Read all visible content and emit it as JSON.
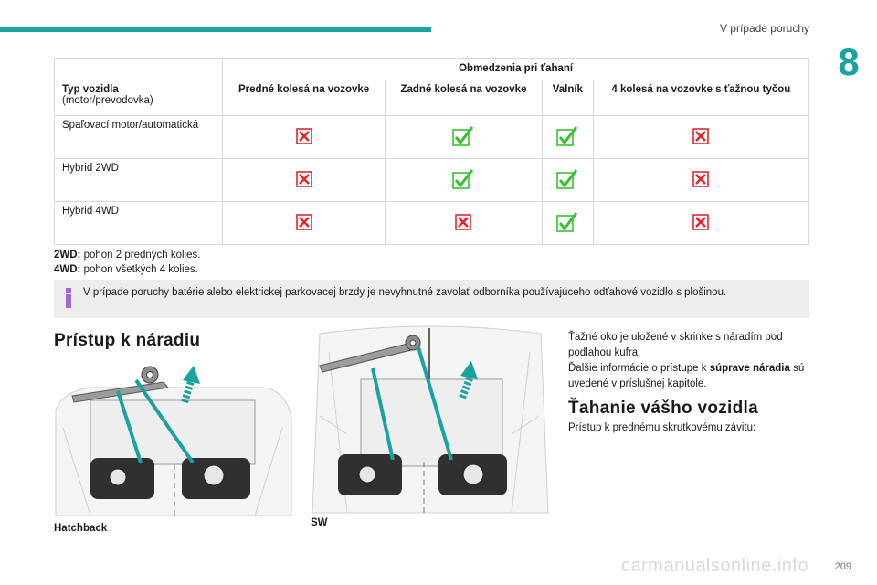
{
  "header": {
    "title": "V prípade poruchy",
    "chapter": "8"
  },
  "table": {
    "caption": "Obmedzenia pri ťahaní",
    "col0_title": "Typ vozidla",
    "col0_sub": "(motor/prevodovka)",
    "columns": [
      "Predné kolesá na vozovke",
      "Zadné kolesá na vozovke",
      "Valník",
      "4 kolesá na vozovke s ťažnou tyčou"
    ],
    "rows": [
      {
        "label": "Spaľovací motor/automatická",
        "marks": [
          "cross",
          "check",
          "check",
          "cross"
        ]
      },
      {
        "label": "Hybrid 2WD",
        "marks": [
          "cross",
          "check",
          "check",
          "cross"
        ]
      },
      {
        "label": "Hybrid 4WD",
        "marks": [
          "cross",
          "cross",
          "check",
          "cross"
        ]
      }
    ]
  },
  "notes": [
    {
      "term": "2WD:",
      "text": " pohon 2 predných kolies."
    },
    {
      "term": "4WD:",
      "text": " pohon všetkých 4 kolies."
    }
  ],
  "info_text": "V prípade poruchy batérie alebo elektrickej parkovacej brzdy je nevyhnutné zavolať odborníka používajúceho odťahové vozidlo s plošinou.",
  "section_tools": {
    "heading": "Prístup k náradiu",
    "paragraph_1": "Ťažné oko je uložené v skrinke s náradím pod podlahou kufra.",
    "paragraph_2_pre": "Ďalšie informácie o prístupe k ",
    "paragraph_2_bold": "súprave náradia",
    "paragraph_2_post": " sú uvedené v príslušnej kapitole.",
    "caption_left": "Hatchback",
    "caption_right": "SW"
  },
  "section_tow": {
    "heading": "Ťahanie vášho vozidla",
    "text": "Prístup k prednému skrutkovému závitu:"
  },
  "page_number": "209",
  "watermark": "carmanualsonline.info",
  "colors": {
    "accent": "#1aa2a2",
    "cross": "#e3262b",
    "check": "#37c133",
    "info_icon": "#9b6bcf"
  }
}
